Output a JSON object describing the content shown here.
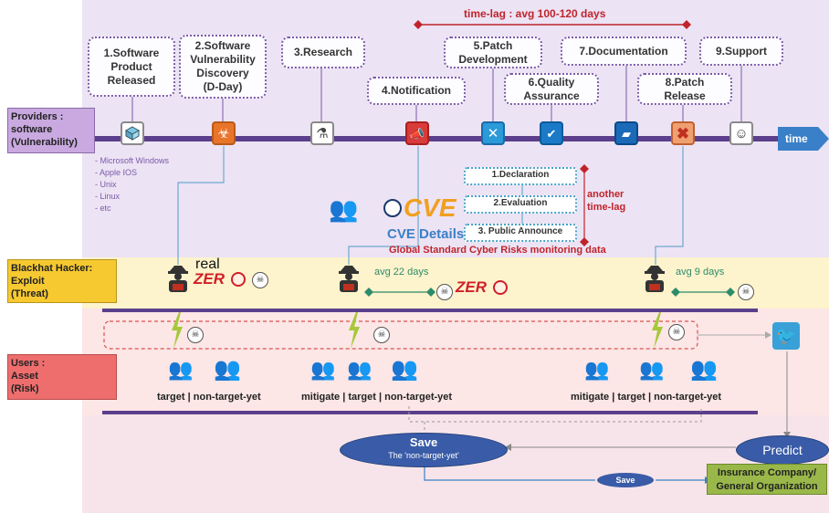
{
  "timelag_top": "time-lag : avg 100-120 days",
  "steps": [
    {
      "label": "1.Software\nProduct\nReleased"
    },
    {
      "label": "2.Software\nVulnerability\nDiscovery\n(D-Day)"
    },
    {
      "label": "3.Research"
    },
    {
      "label": "4.Notification"
    },
    {
      "label": "5.Patch\nDevelopment"
    },
    {
      "label": "6.Quality\nAssurance"
    },
    {
      "label": "7.Documentation"
    },
    {
      "label": "8.Patch\nRelease"
    },
    {
      "label": "9.Support"
    }
  ],
  "providers_label": "Providers :\nsoftware\n(Vulnerability)",
  "time_label": "time",
  "os_list": [
    "- Microsoft Windows",
    "- Apple IOS",
    "- Unix",
    "- Linux",
    "- etc"
  ],
  "sub_steps": [
    "1.Declaration",
    "2.Evaluation",
    "3. Public Announce"
  ],
  "another_timelag": "another\ntime-lag",
  "cve_logo": "CVE",
  "cve_details": "CVE Details",
  "global_standard": "Global Standard Cyber Risks monitoring data",
  "hacker_label": "Blackhat Hacker:\nExploit\n(Threat)",
  "real": "real",
  "zero": "ZER",
  "avg22": "avg 22 days",
  "avg9": "avg 9 days",
  "users_label": "Users :\nAsset\n(Risk)",
  "user_groups": [
    "target  |  non-target-yet",
    "mitigate | target | non-target-yet",
    "mitigate | target | non-target-yet"
  ],
  "save_title": "Save",
  "save_sub": "The 'non-target-yet'",
  "save_small": "Save",
  "predict": "Predict",
  "insurance": "Insurance Company/\nGeneral Organization",
  "colors": {
    "providers_band": "#ece3f4",
    "hacker_band": "#fdf3cc",
    "users_band": "#fce6e6",
    "timeline": "#5b3f8c",
    "lag_red": "#c0242b",
    "ellipse": "#3a5ca8",
    "twitter": "#3aa0d8"
  },
  "icons": {
    "step1": "box-icon",
    "step2": "biohazard-icon",
    "step3": "flask-icon",
    "step4": "megaphone-icon",
    "step5": "tools-icon",
    "step6": "check-icon",
    "step7": "folder-icon",
    "step8": "bandage-icon",
    "step9": "support-agent-icon",
    "twitter": "twitter-bird-icon"
  }
}
